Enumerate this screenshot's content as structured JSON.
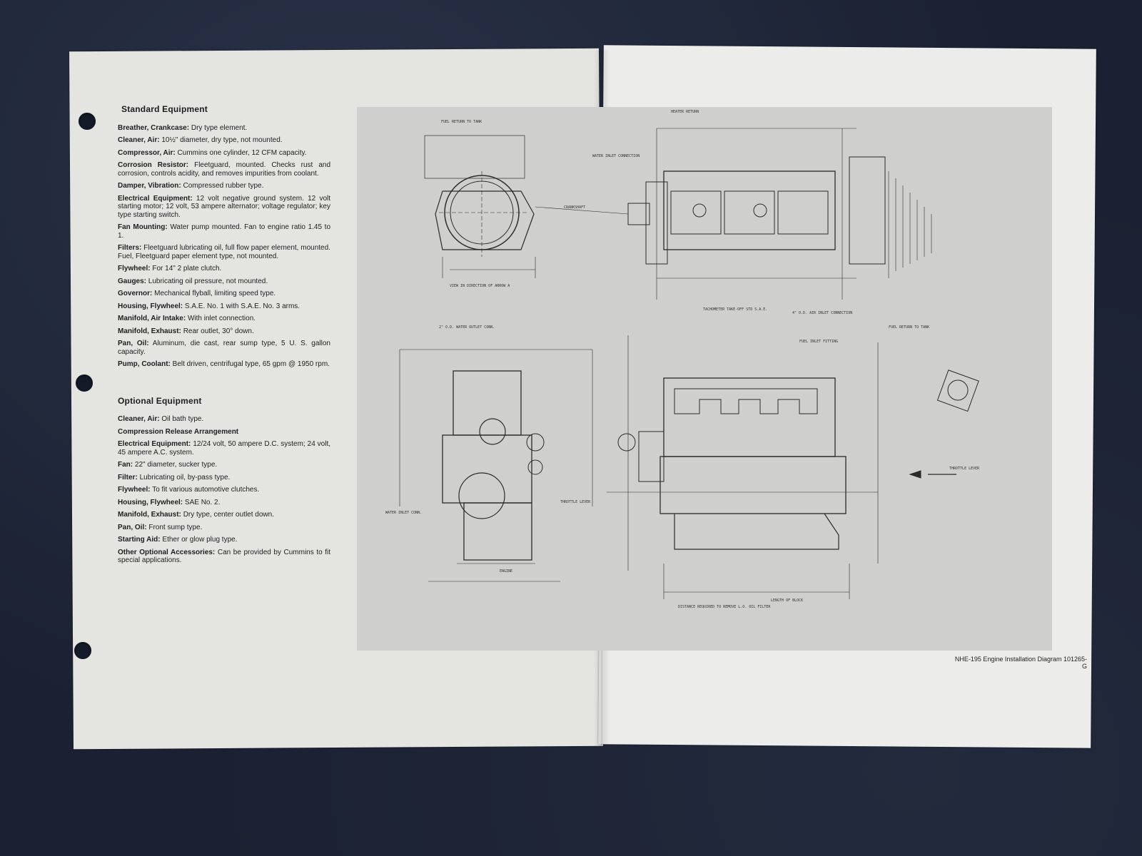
{
  "standard_equipment": {
    "title": "Standard Equipment",
    "items": [
      {
        "label": "Breather, Crankcase:",
        "text": "Dry type element."
      },
      {
        "label": "Cleaner, Air:",
        "text": "10½\" diameter, dry type, not mounted."
      },
      {
        "label": "Compressor, Air:",
        "text": "Cummins one cylinder, 12 CFM capacity."
      },
      {
        "label": "Corrosion Resistor:",
        "text": "Fleetguard, mounted. Checks rust and corrosion, controls acidity, and removes impurities from coolant."
      },
      {
        "label": "Damper, Vibration:",
        "text": "Compressed rubber type."
      },
      {
        "label": "Electrical Equipment:",
        "text": "12 volt negative ground system. 12 volt starting motor; 12 volt, 53 ampere alternator; voltage regulator; key type starting switch."
      },
      {
        "label": "Fan Mounting:",
        "text": "Water pump mounted. Fan to engine ratio 1.45 to 1."
      },
      {
        "label": "Filters:",
        "text": "Fleetguard lubricating oil, full flow paper element, mounted.",
        "text2": "Fuel, Fleetguard paper element type, not mounted."
      },
      {
        "label": "Flywheel:",
        "text": "For 14\" 2 plate clutch."
      },
      {
        "label": "Gauges:",
        "text": "Lubricating oil pressure, not mounted."
      },
      {
        "label": "Governor:",
        "text": "Mechanical flyball, limiting speed type."
      },
      {
        "label": "Housing, Flywheel:",
        "text": "S.A.E. No. 1 with S.A.E. No. 3 arms."
      },
      {
        "label": "Manifold, Air Intake:",
        "text": "With inlet connection."
      },
      {
        "label": "Manifold, Exhaust:",
        "text": "Rear outlet, 30° down."
      },
      {
        "label": "Pan, Oil:",
        "text": "Aluminum, die cast, rear sump type, 5 U. S. gallon capacity."
      },
      {
        "label": "Pump, Coolant:",
        "text": "Belt driven, centrifugal type, 65 gpm @ 1950 rpm."
      }
    ]
  },
  "optional_equipment": {
    "title": "Optional Equipment",
    "items": [
      {
        "label": "Cleaner, Air:",
        "text": "Oil bath type."
      },
      {
        "label": "Compression Release Arrangement",
        "text": ""
      },
      {
        "label": "Electrical Equipment:",
        "text": "12/24 volt, 50 ampere D.C. system; 24 volt, 45 ampere A.C. system."
      },
      {
        "label": "Fan:",
        "text": "22\" diameter, sucker type."
      },
      {
        "label": "Filter:",
        "text": "Lubricating oil, by-pass type."
      },
      {
        "label": "Flywheel:",
        "text": "To fit various automotive clutches."
      },
      {
        "label": "Housing, Flywheel:",
        "text": "SAE No. 2."
      },
      {
        "label": "Manifold, Exhaust:",
        "text": "Dry type, center outlet down."
      },
      {
        "label": "Pan, Oil:",
        "text": "Front sump type."
      },
      {
        "label": "Starting Aid:",
        "text": "Ether or glow plug type."
      },
      {
        "label": "Other Optional Accessories:",
        "text": "Can be provided by Cummins to fit special applications."
      }
    ]
  },
  "diagram": {
    "labels": {
      "fuel_return": "FUEL RETURN TO TANK",
      "heater_return": "HEATER RETURN",
      "water_inlet": "WATER INLET CONNECTION",
      "crankshaft": "CRANKSHAFT",
      "view_arrow": "VIEW IN DIRECTION OF ARROW A",
      "tachometer": "TACHOMETER TAKE-OFF STD S.A.E.",
      "air_inlet": "4\" O.D. AIR INLET CONNECTION",
      "fuel_inlet": "FUEL INLET FITTING",
      "fuel_return_right": "FUEL RETURN TO TANK",
      "water_outlet": "2\" O.D. WATER OUTLET CONN.",
      "throttle_lever": "THROTTLE LEVER",
      "water_inlet_conn": "WATER INLET CONN.",
      "length_of_block": "LENGTH OF BLOCK",
      "oil_filter": "DISTANCE REQUIRED TO REMOVE L.O. OIL FILTER",
      "engine": "ENGINE",
      "crankshaft_label": "CRANKSHAFT"
    }
  },
  "caption": "NHE-195 Engine Installation Diagram 101265-G"
}
